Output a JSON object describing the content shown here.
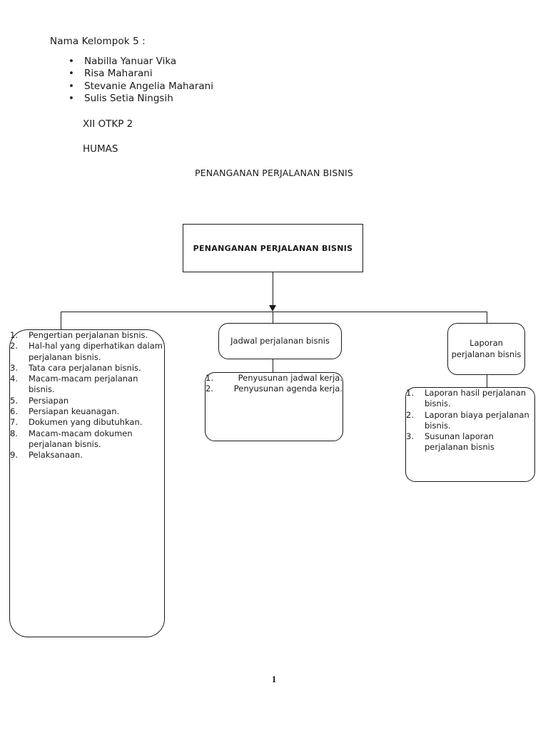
{
  "header": {
    "group_label": "Nama Kelompok 5 :",
    "members": [
      "Nabilla Yanuar Vika",
      "Risa Maharani",
      "Stevanie Angelia Maharani",
      "Sulis Setia Ningsih"
    ],
    "bullet_glyph": "•",
    "class_label": "XII OTKP 2",
    "subject_label": "HUMAS"
  },
  "document": {
    "title": "PENANGANAN PERJALANAN BISNIS",
    "page_number": "1"
  },
  "diagram": {
    "root": {
      "label": "PENANGANAN PERJALANAN BISNIS"
    },
    "branches": {
      "left": {
        "items": [
          "Pengertian perjalanan bisnis.",
          "Hal-hal yang diperhatikan dalam perjalanan bisnis.",
          "Tata cara perjalanan bisnis.",
          "Macam-macam perjalanan bisnis.",
          "Persiapan",
          "Persiapan keuanagan.",
          "Dokumen yang dibutuhkan.",
          "Macam-macam dokumen perjalanan bisnis.",
          "Pelaksanaan."
        ],
        "numbers": [
          "1.",
          "2.",
          "3.",
          "4.",
          "5.",
          "6.",
          "7.",
          "8.",
          "9."
        ]
      },
      "middle": {
        "category": "Jadwal perjalanan bisnis",
        "items": [
          "Penyusunan jadwal kerja.",
          "Penyusunan agenda kerja."
        ],
        "numbers": [
          "1.",
          "2."
        ]
      },
      "right": {
        "category": "Laporan perjalanan bisnis",
        "items": [
          "Laporan hasil perjalanan bisnis.",
          "Laporan biaya perjalanan bisnis.",
          "Susunan laporan perjalanan bisnis"
        ],
        "numbers": [
          "1.",
          "2.",
          "3."
        ]
      }
    }
  },
  "colors": {
    "ink": "#1a1a1a",
    "page_background": "#ffffff"
  }
}
